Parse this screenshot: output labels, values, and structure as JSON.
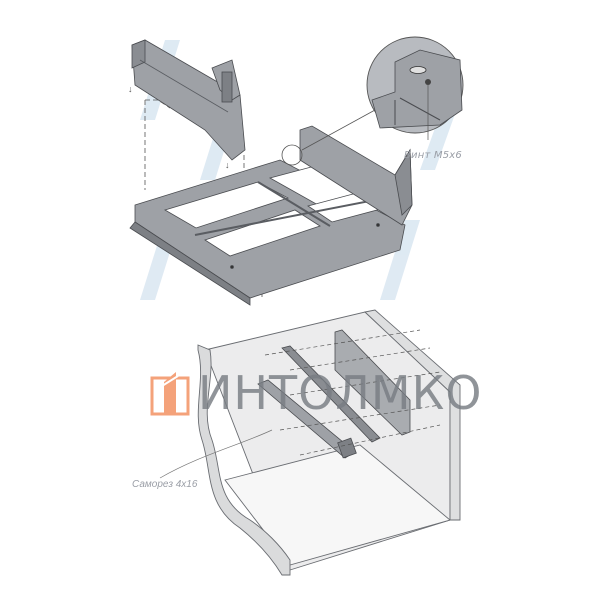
{
  "diagram": {
    "type": "assembly-instruction",
    "top_section": {
      "description": "Drawer frame with side brackets attached via screws",
      "callout": {
        "label": "Винт М5х6"
      }
    },
    "bottom_section": {
      "description": "Cabinet interior with drawer runners mounted on side wall",
      "callout": {
        "label": "Саморез 4х16"
      }
    },
    "watermark": {
      "brand_text": "ИНТОЛМКО",
      "logo_color": "#f4a27a",
      "text_color": "#7a7e84"
    },
    "colors": {
      "part_fill": "#9ea1a6",
      "part_dark": "#6e7176",
      "outline": "#4a4c50",
      "cabinet_fill": "#e9e9ea",
      "cabinet_floor": "#f7f7f7",
      "watermark_blue": "#dbe8f2"
    }
  }
}
